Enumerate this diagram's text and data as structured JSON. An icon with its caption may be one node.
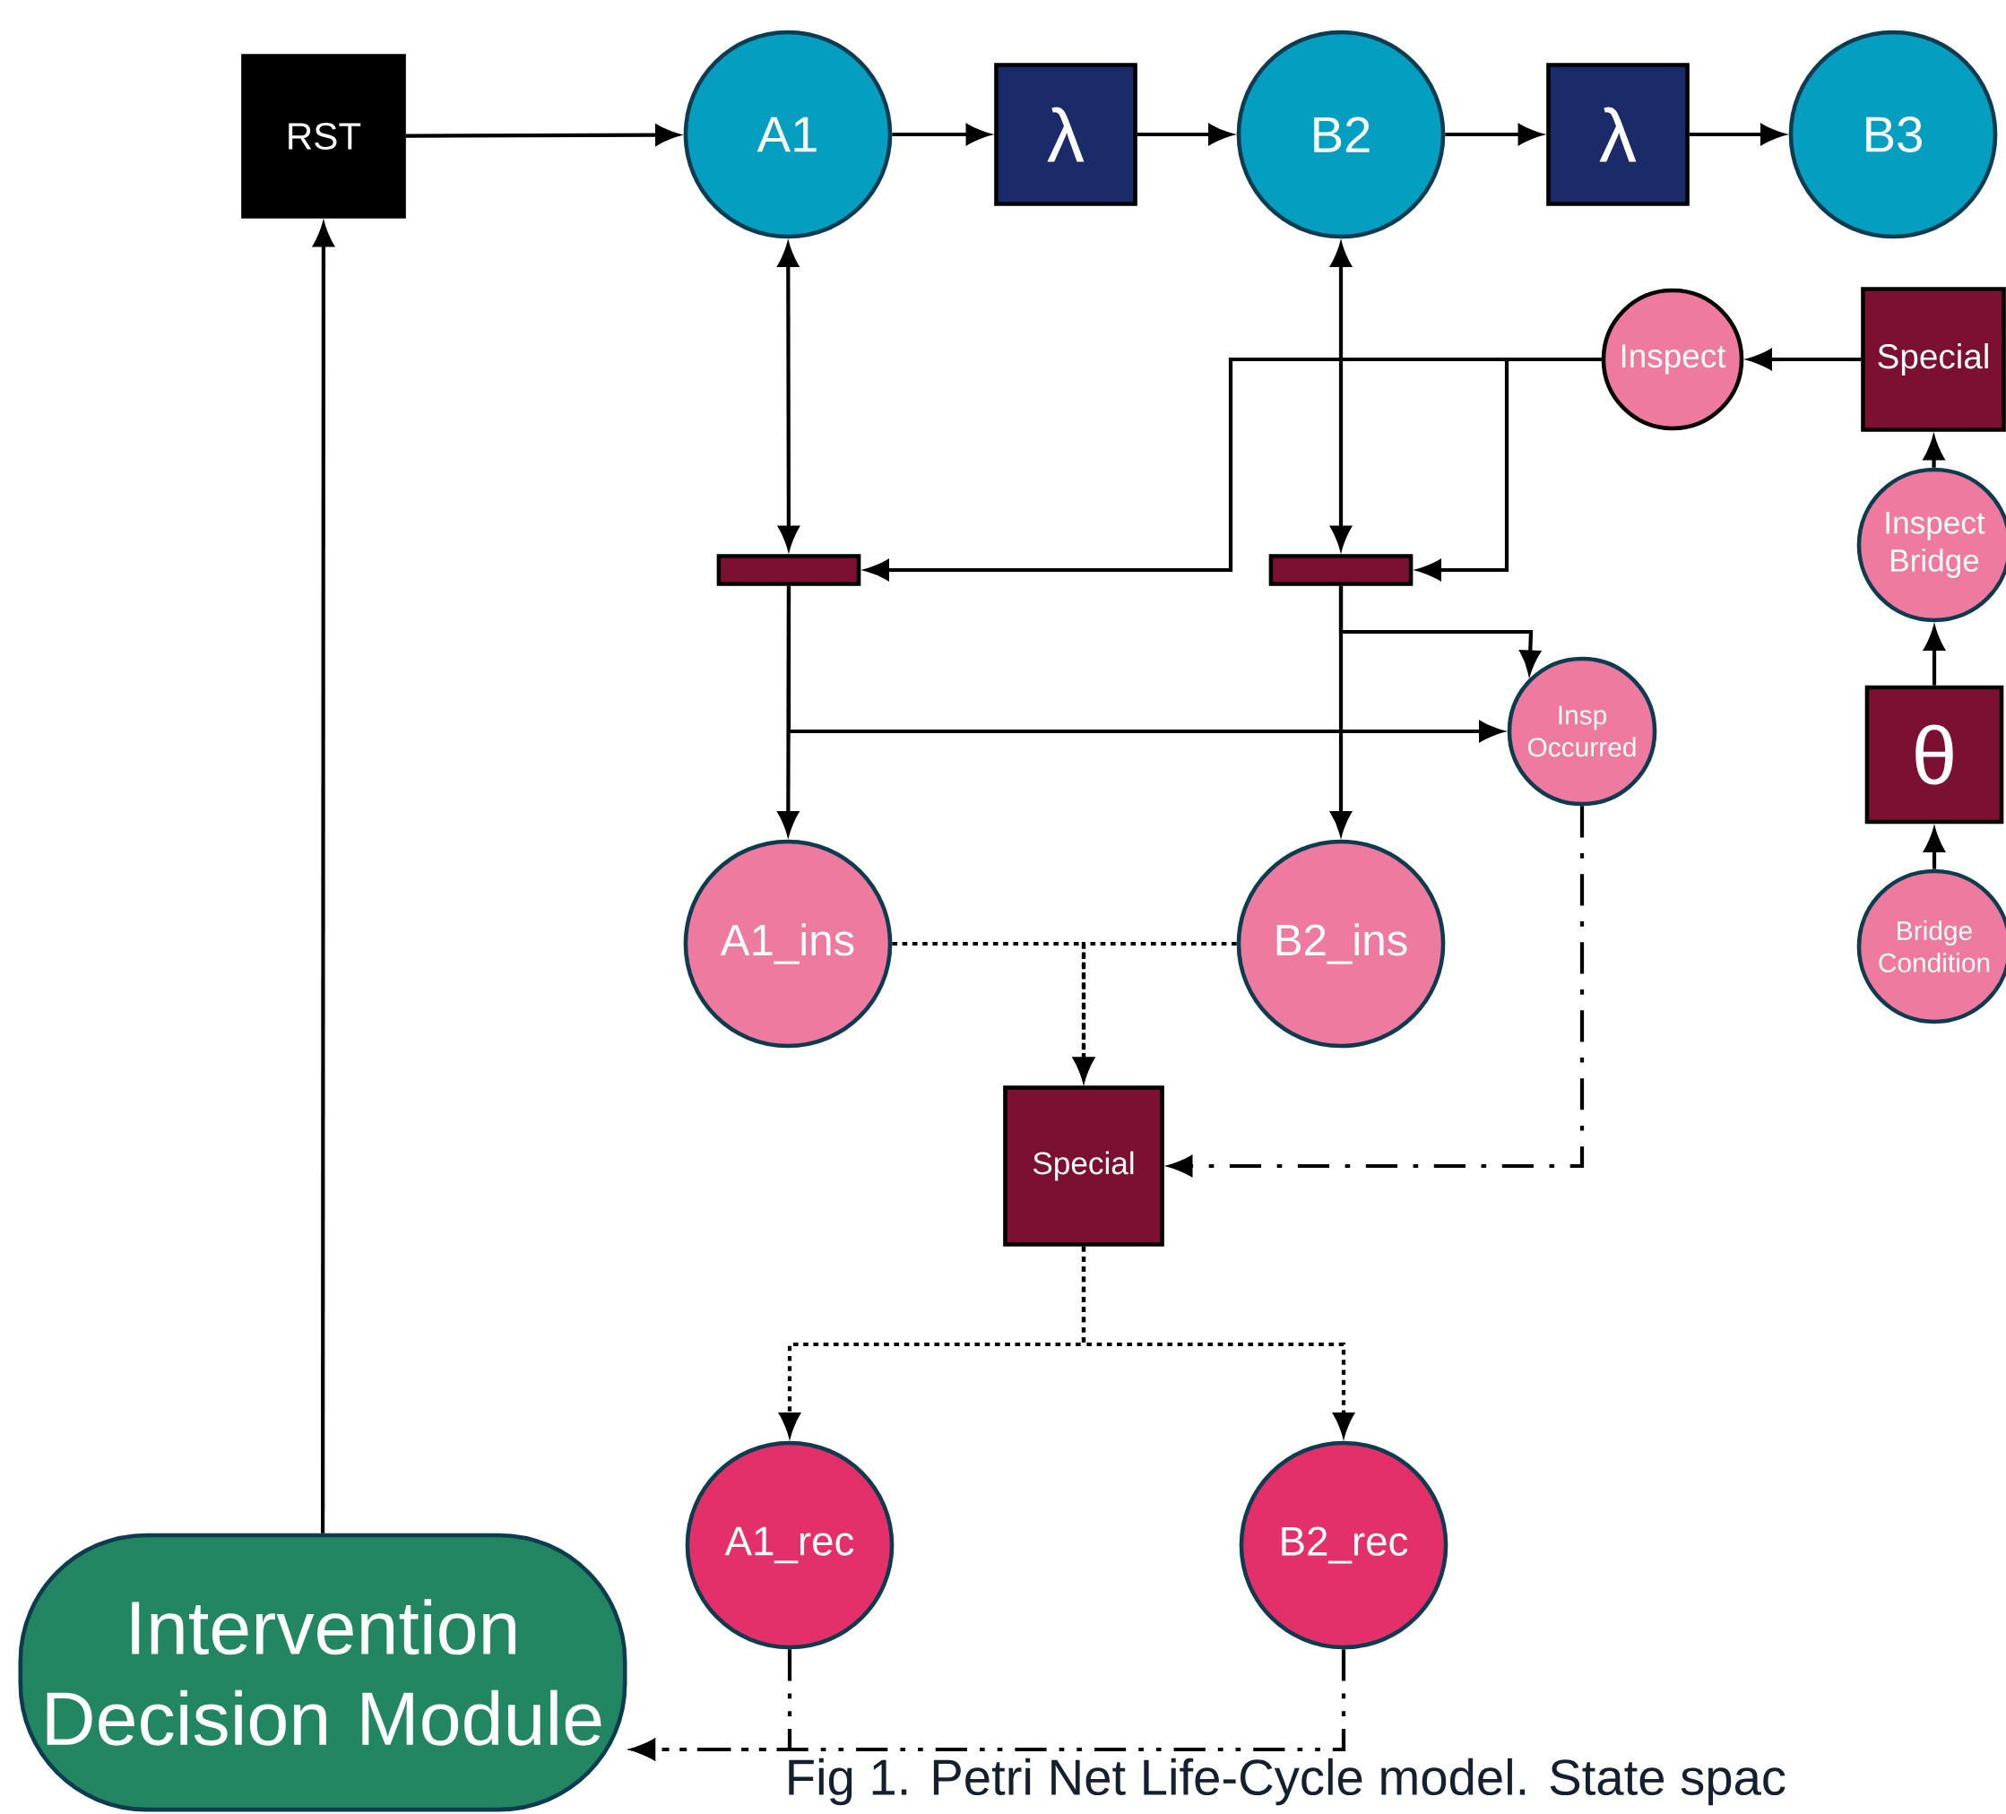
{
  "diagram": {
    "caption": "Fig 1. Petri Net Life-Cycle model. State spac",
    "nodes": [
      {
        "text": [
          "RST"
        ]
      },
      {
        "text": [
          "A1"
        ]
      },
      {
        "text": [
          "λ"
        ]
      },
      {
        "text": [
          "B2"
        ]
      },
      {
        "text": [
          "λ"
        ]
      },
      {
        "text": [
          "B3"
        ]
      },
      {
        "text": [
          "Inspect"
        ]
      },
      {
        "text": [
          "Special"
        ]
      },
      {
        "text": [],
        "shape": "bar"
      },
      {
        "text": [],
        "shape": "bar"
      },
      {
        "text": [
          "Inspect Bridge"
        ]
      },
      {
        "text": [
          "Insp Occurred"
        ]
      },
      {
        "text": [
          "θ"
        ]
      },
      {
        "text": [
          "A1_ins"
        ]
      },
      {
        "text": [
          "B2_ins"
        ]
      },
      {
        "text": [
          "Bridge Condition"
        ]
      },
      {
        "text": [
          "Special"
        ]
      },
      {
        "text": [
          "A1_rec"
        ]
      },
      {
        "text": [
          "B2_rec"
        ]
      },
      {
        "text": [
          "Intervention Decision Module"
        ]
      }
    ],
    "edges": [
      {
        "from": 19,
        "to": 0,
        "arrow": "to"
      },
      {
        "from": 0,
        "to": 1,
        "arrow": "to"
      },
      {
        "from": 1,
        "to": 2,
        "arrow": "to"
      },
      {
        "from": 2,
        "to": 3,
        "arrow": "to"
      },
      {
        "from": 3,
        "to": 4,
        "arrow": "to"
      },
      {
        "from": 4,
        "to": 5,
        "arrow": "to"
      },
      {
        "from": 1,
        "to": 8,
        "arrow": "both"
      },
      {
        "from": 3,
        "to": 9,
        "arrow": "both"
      },
      {
        "from": 7,
        "to": 6,
        "arrow": "to"
      },
      {
        "from": 6,
        "to": 8,
        "arrow": "to"
      },
      {
        "from": 6,
        "to": 9,
        "arrow": "to"
      },
      {
        "from": 10,
        "to": 7,
        "arrow": "to"
      },
      {
        "from": 12,
        "to": 10,
        "arrow": "to"
      },
      {
        "from": 15,
        "to": 12,
        "arrow": "to",
        "style": "dashed"
      },
      {
        "from": 8,
        "to": 13,
        "arrow": "to"
      },
      {
        "from": 8,
        "to": 11,
        "arrow": "to"
      },
      {
        "from": 9,
        "to": 14,
        "arrow": "to"
      },
      {
        "from": 9,
        "to": 11,
        "arrow": "to"
      },
      {
        "from": 13,
        "to": 16,
        "arrow": "to",
        "style": "dashed"
      },
      {
        "from": 14,
        "to": 16,
        "arrow": "to",
        "style": "dashed"
      },
      {
        "from": 11,
        "to": 16,
        "arrow": "to",
        "style": "dashed"
      },
      {
        "from": 16,
        "to": 17,
        "arrow": "to",
        "style": "dashed"
      },
      {
        "from": 16,
        "to": 18,
        "arrow": "to",
        "style": "dashed"
      },
      {
        "from": 17,
        "to": 19,
        "arrow": "to",
        "style": "dashed"
      },
      {
        "from": 18,
        "to": 19,
        "arrow": "to",
        "style": "dashed"
      }
    ]
  }
}
